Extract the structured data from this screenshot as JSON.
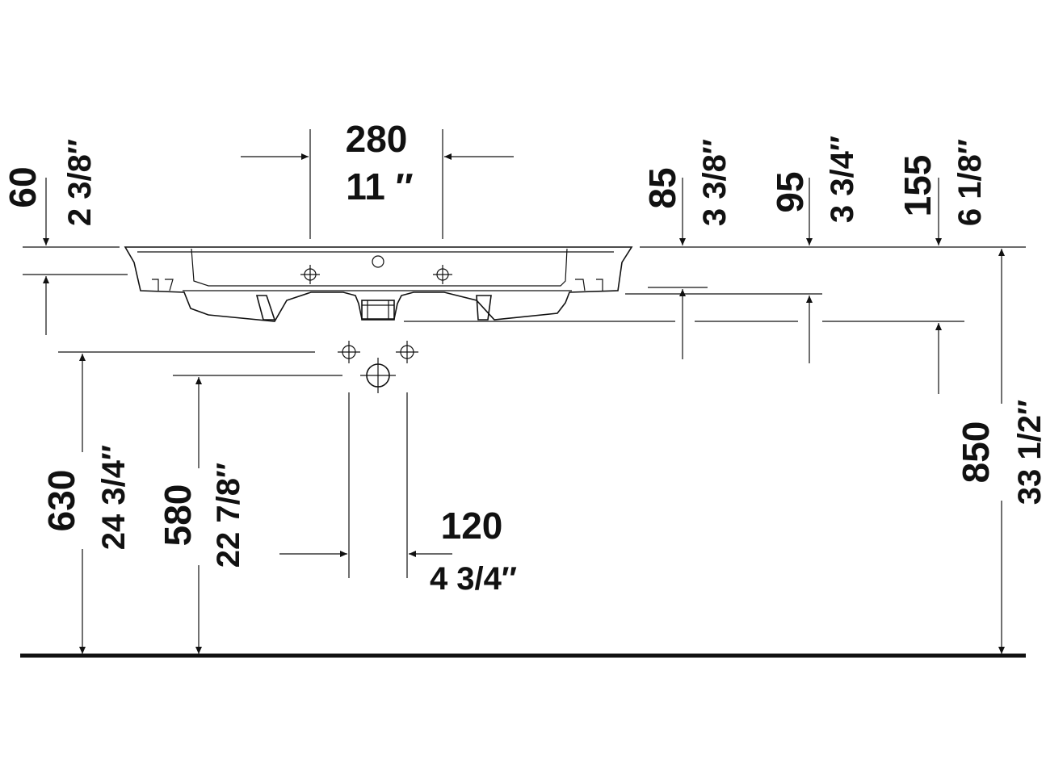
{
  "dimensions": {
    "tap_spacing": {
      "mm": "280",
      "inch": "11 ″"
    },
    "rim_thickness": {
      "mm": "60",
      "inch": "2 3/8″"
    },
    "depth_85": {
      "mm": "85",
      "inch": "3 3/8″"
    },
    "depth_95": {
      "mm": "95",
      "inch": "3 3/4″"
    },
    "depth_155": {
      "mm": "155",
      "inch": "6 1/8″"
    },
    "height_630": {
      "mm": "630",
      "inch": "24 3/4″"
    },
    "height_580": {
      "mm": "580",
      "inch": "22 7/8″"
    },
    "drain_spacing": {
      "mm": "120",
      "inch": "4 3/4″"
    },
    "height_850": {
      "mm": "850",
      "inch": "33 1/2″"
    }
  }
}
